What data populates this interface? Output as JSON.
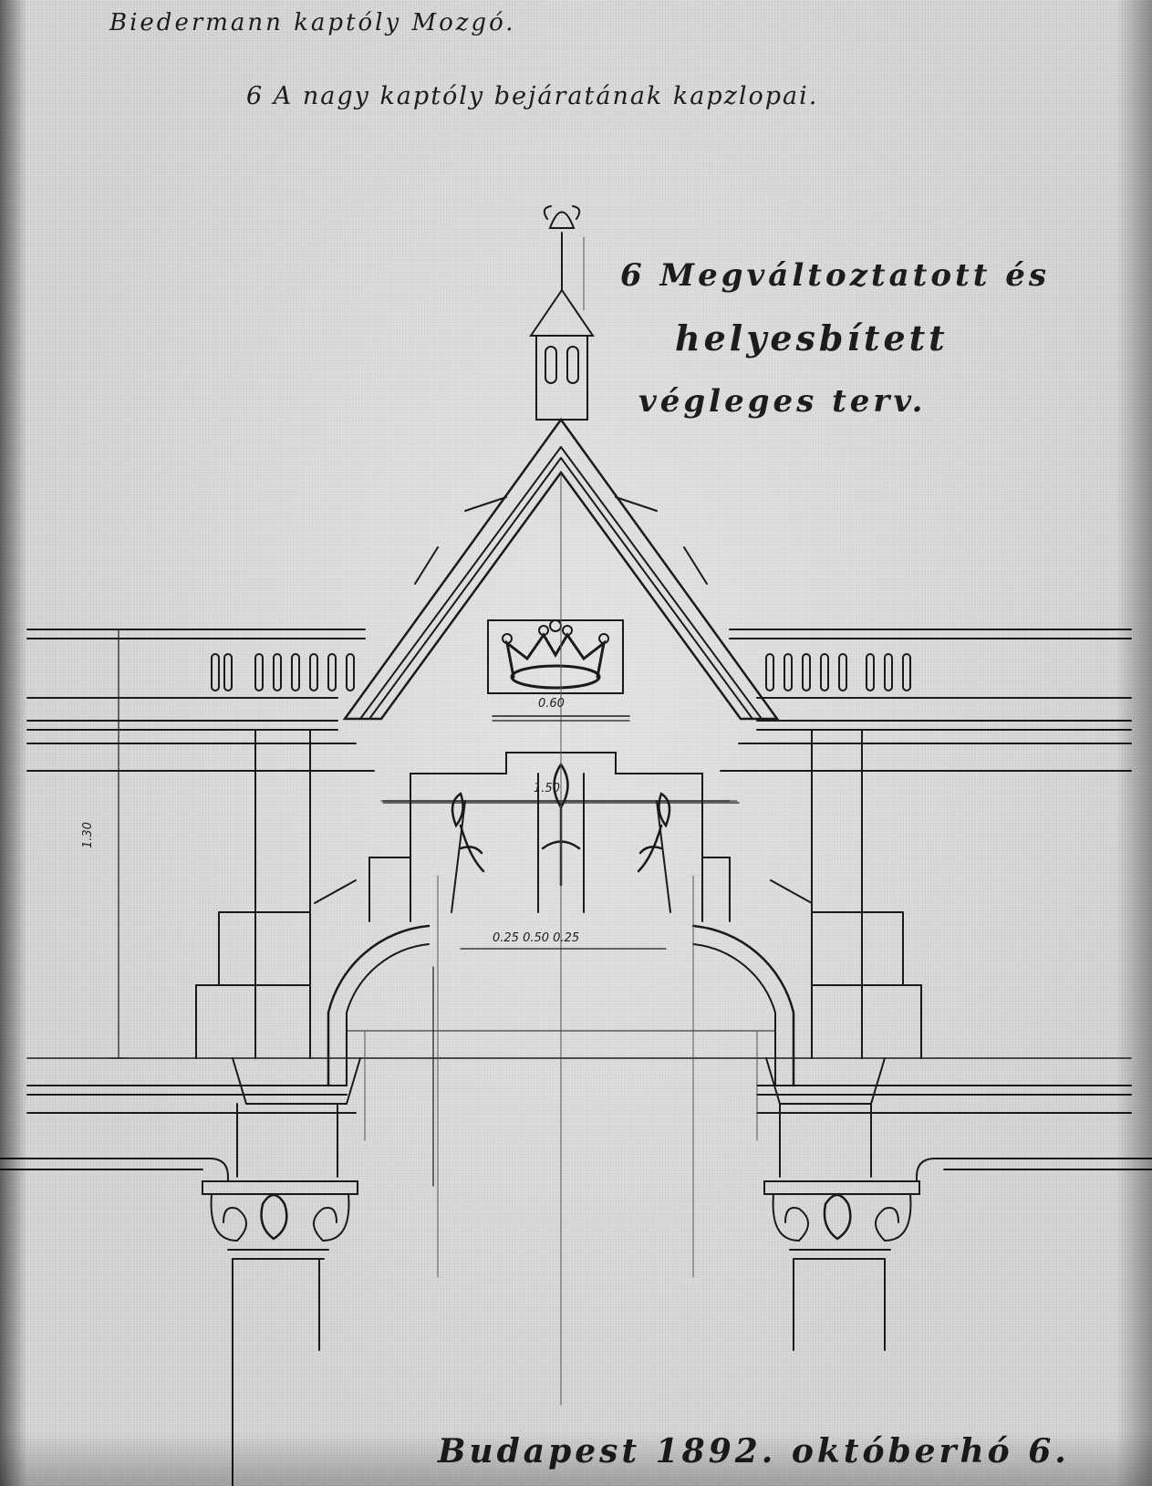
{
  "sheet": {
    "title_line_1": "Biedermann kaptóly Mozgó.",
    "title_line_2": "6 A nagy kaptóly bejáratának kapzlopai.",
    "note": [
      "6 Megváltoztatott és",
      "helyesbített",
      "végleges terv."
    ],
    "date_line": "Budapest 1892. októberhó 6."
  },
  "dimensions": {
    "crown_width": "0.60",
    "keystone_width": "1.50",
    "arch_span": "0.25 0.50 0.25",
    "vertical": "1.30"
  },
  "colors": {
    "ink": "#1c1c1c",
    "paper": "#d7d7d5"
  }
}
